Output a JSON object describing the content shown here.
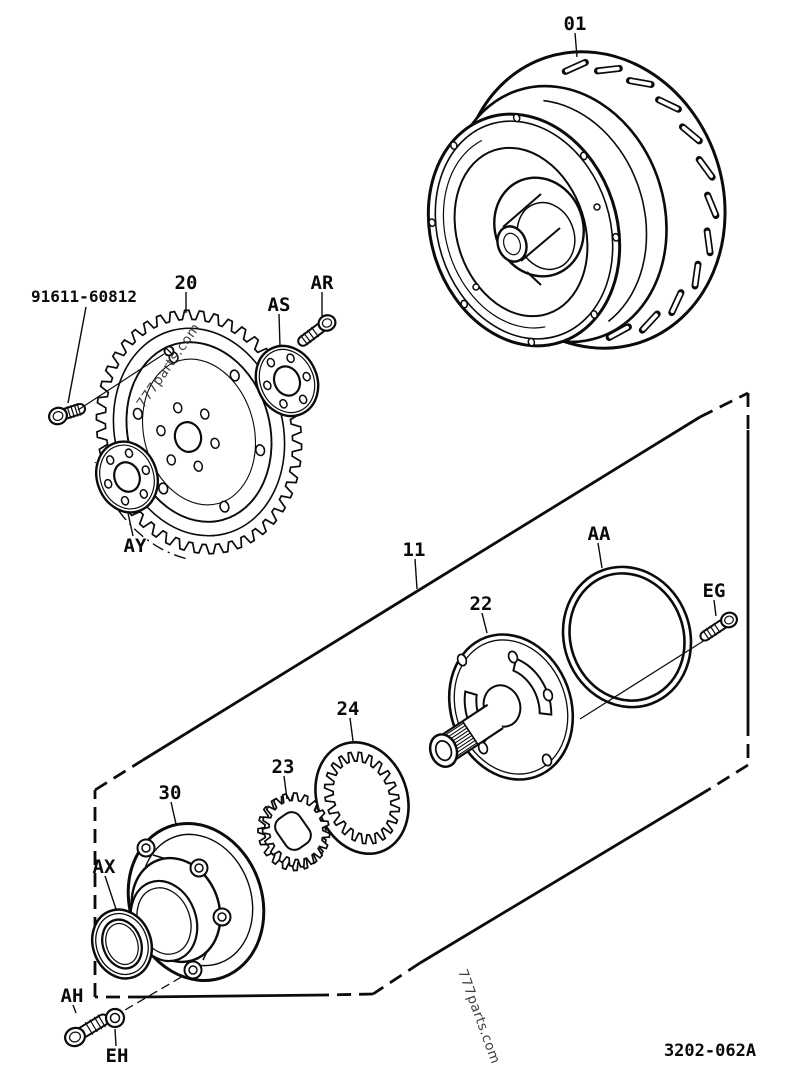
{
  "page": {
    "background": "#ffffff",
    "ink": "#0b0b0b"
  },
  "diagram": {
    "doc_number": "3202-062A",
    "watermark_upper": "777parts.com",
    "watermark_lower": "777parts.com",
    "callouts": {
      "converter": "01",
      "flywheel": "20",
      "flywheel_bolt_part_number": "91611-60812",
      "plate_as": "AS",
      "bolt_ar": "AR",
      "plate_ay": "AY",
      "pump_assembly": "11",
      "pump_hub": "22",
      "o_ring": "AA",
      "screw_eg": "EG",
      "pump_ring_gear": "24",
      "pump_drive_gear": "23",
      "pump_body": "30",
      "oil_seal": "AX",
      "bolt_ah": "AH",
      "washer_eh": "EH"
    }
  }
}
